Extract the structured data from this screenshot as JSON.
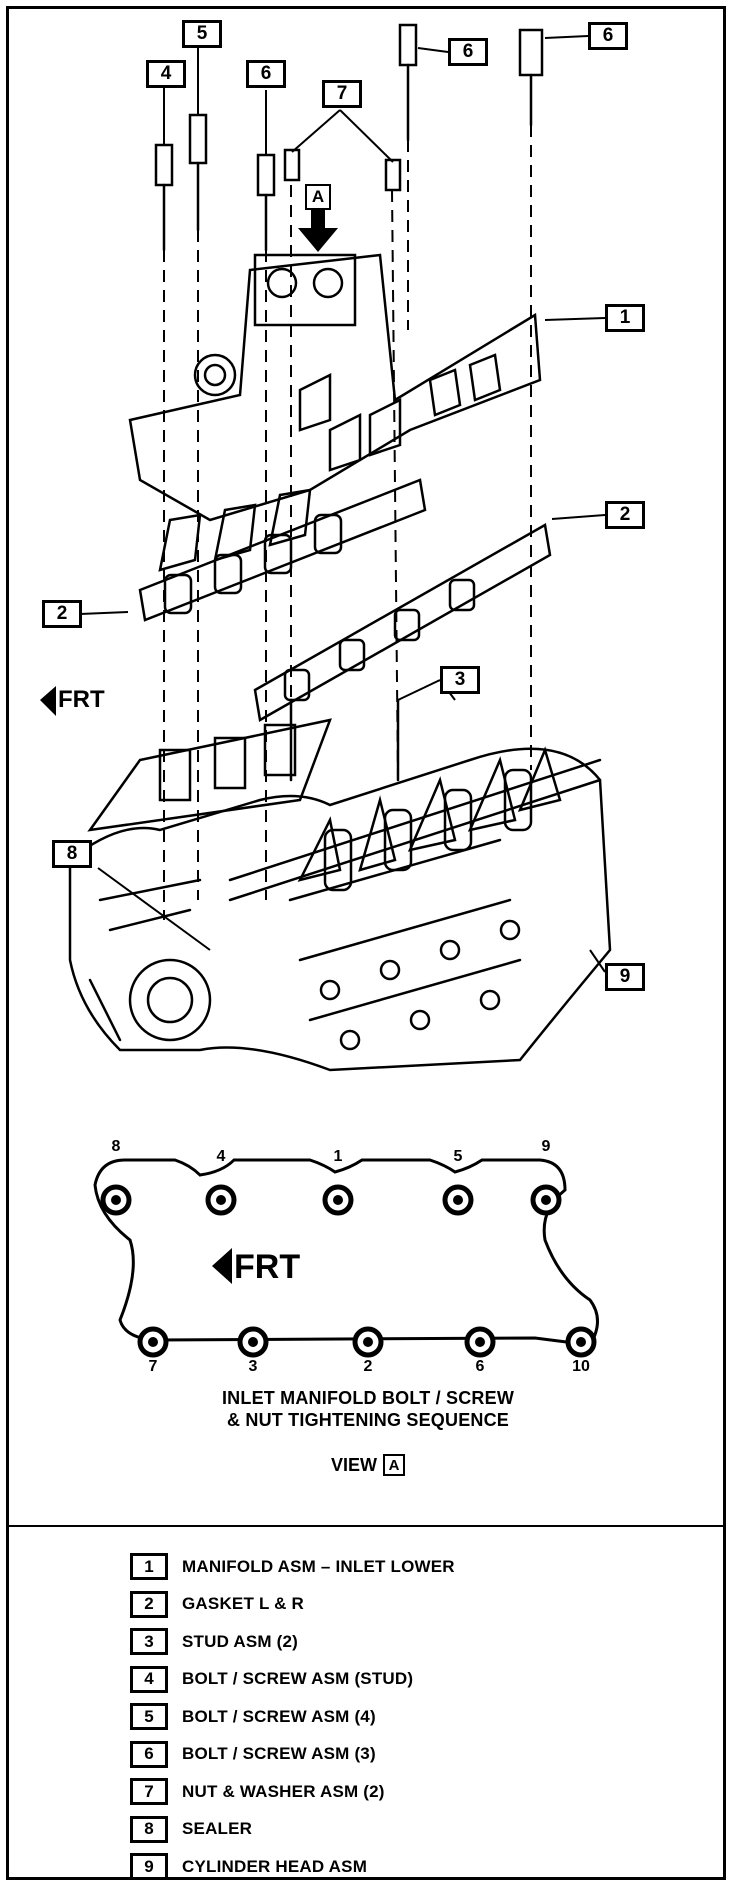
{
  "callouts": {
    "c4": "4",
    "c5": "5",
    "c6_left": "6",
    "c6_mid": "6",
    "c6_right": "6",
    "c7": "7",
    "c1": "1",
    "c2_right": "2",
    "c2_left": "2",
    "c3": "3",
    "c8": "8",
    "c9": "9"
  },
  "view_marker": "A",
  "frt_labels": {
    "upper": "FRT",
    "lower": "FRT"
  },
  "sequence": {
    "top": [
      "8",
      "4",
      "1",
      "5",
      "9"
    ],
    "bottom": [
      "7",
      "3",
      "2",
      "6",
      "10"
    ]
  },
  "caption": {
    "line1": "INLET MANIFOLD BOLT / SCREW",
    "line2": "& NUT TIGHTENING SEQUENCE",
    "view_text": "VIEW",
    "view_letter": "A"
  },
  "legend": [
    {
      "num": "1",
      "label": "MANIFOLD ASM  –  INLET LOWER"
    },
    {
      "num": "2",
      "label": "GASKET L & R"
    },
    {
      "num": "3",
      "label": "STUD ASM (2)"
    },
    {
      "num": "4",
      "label": "BOLT / SCREW ASM (STUD)"
    },
    {
      "num": "5",
      "label": "BOLT / SCREW ASM (4)"
    },
    {
      "num": "6",
      "label": "BOLT / SCREW ASM (3)"
    },
    {
      "num": "7",
      "label": "NUT & WASHER ASM (2)"
    },
    {
      "num": "8",
      "label": "SEALER"
    },
    {
      "num": "9",
      "label": "CYLINDER HEAD ASM"
    }
  ]
}
